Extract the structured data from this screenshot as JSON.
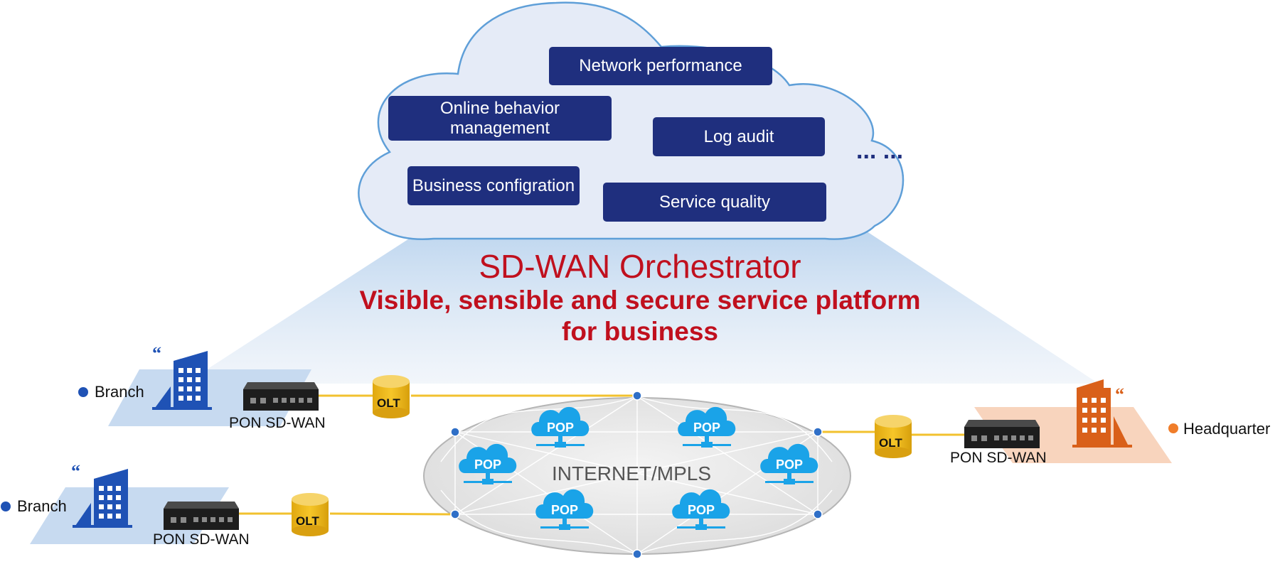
{
  "cloud": {
    "items": [
      "Network performance",
      "Online behavior management",
      "Log audit",
      "Business configration",
      "Service quality"
    ],
    "ellipsis": "... ..."
  },
  "orchestrator": {
    "title": "SD-WAN Orchestrator",
    "subtitle_line1": "Visible, sensible and secure service platform",
    "subtitle_line2": "for business"
  },
  "network": {
    "label": "INTERNET/MPLS",
    "pop_label": "POP"
  },
  "sites": {
    "branch_top": {
      "name": "Branch",
      "device": "PON SD-WAN",
      "olt": "OLT"
    },
    "branch_bottom": {
      "name": "Branch",
      "device": "PON SD-WAN",
      "olt": "OLT"
    },
    "headquarter": {
      "name": "Headquarter",
      "device": "PON SD-WAN",
      "olt": "OLT"
    }
  },
  "colors": {
    "cloud_box": "#1f2f7e",
    "title_red": "#c0101e",
    "link_yellow": "#f2c12e",
    "pop_blue": "#1aa3e8",
    "branch_blue": "#1f52b5",
    "hq_orange": "#d9601a",
    "cloud_fill": "#e5ebf7",
    "cloud_stroke": "#5f9fd8"
  }
}
